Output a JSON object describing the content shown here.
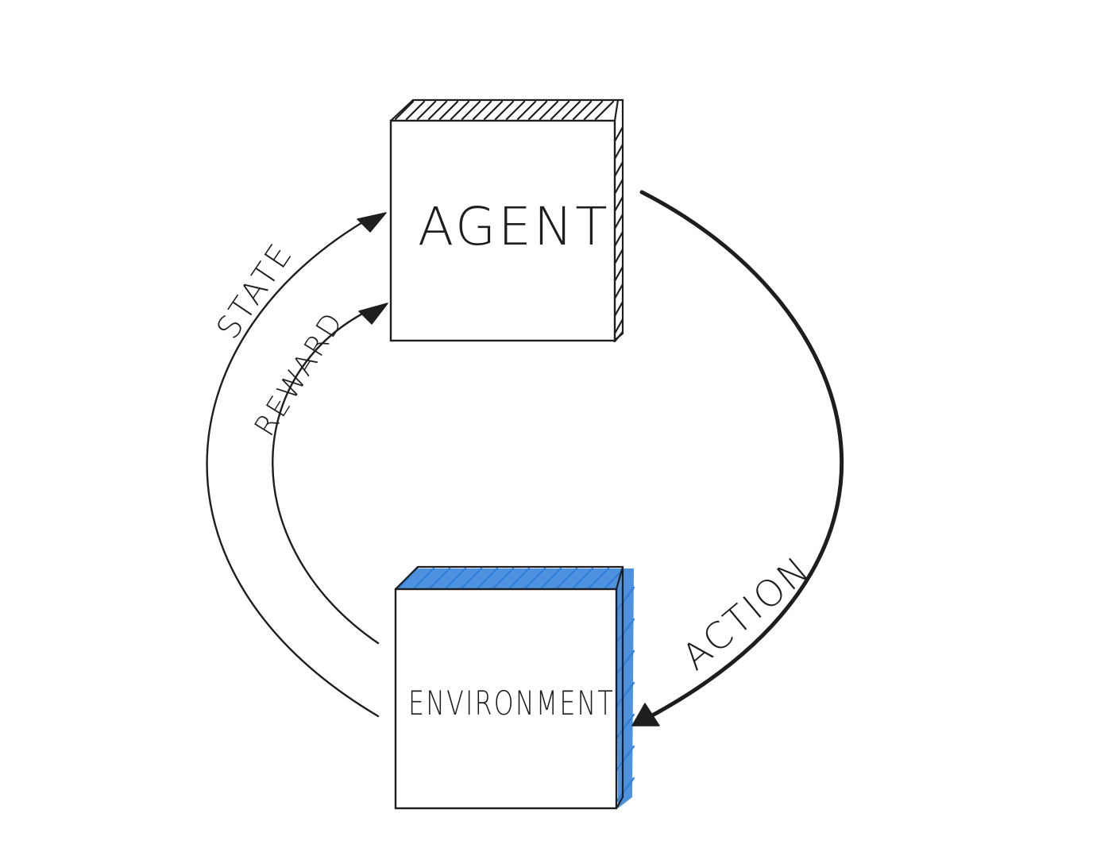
{
  "nodes": {
    "agent": {
      "label": "AGENT"
    },
    "environment": {
      "label": "ENVIRONMENT"
    }
  },
  "edges": {
    "state": {
      "label": "STATE"
    },
    "reward": {
      "label": "REWARD"
    },
    "action": {
      "label": "ACTION"
    }
  },
  "colors": {
    "ink": "#1e1e1e",
    "agent_shade": "#1e1e1e",
    "environment_shade": "#2f7ed8"
  }
}
